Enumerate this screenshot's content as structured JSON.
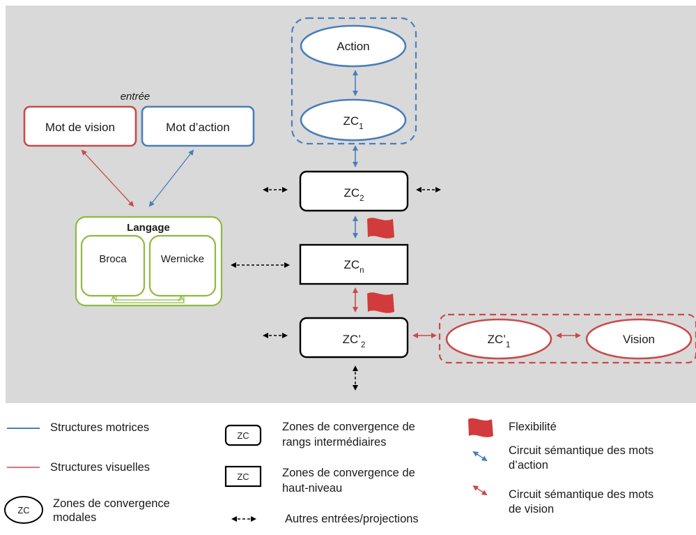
{
  "colors": {
    "background": "#d9d9d9",
    "motor": "#4a7ebb",
    "visual": "#c94a4a",
    "language": "#8dba3f",
    "black": "#000000",
    "flag": "#d13b3b"
  },
  "diagram": {
    "entree_label": "entrée",
    "word_vision": "Mot de vision",
    "word_action": "Mot d’action",
    "language_title": "Langage",
    "broca": "Broca",
    "wernicke": "Wernicke",
    "action": "Action",
    "cz_base": "ZC",
    "cz_prime_base": "ZC’",
    "sub_1": "1",
    "sub_2": "2",
    "sub_n": "n",
    "vision": "Vision"
  },
  "legend": {
    "motor_structures": "Structures motrices",
    "visual_structures": "Structures visuelles",
    "zc_icon": "ZC",
    "modal_zones_1": "Zones de convergence",
    "modal_zones_2": "modales",
    "intermediate_zones_1": "Zones de convergence de",
    "intermediate_zones_2": "rangs intermédiaires",
    "high_level_zones_1": "Zones de convergence de",
    "high_level_zones_2": "haut-niveau",
    "other_inputs": "Autres entrées/projections",
    "flexibility": "Flexibilité",
    "action_circuit_1": "Circuit sémantique des mots",
    "action_circuit_2": "d’action",
    "vision_circuit_1": "Circuit sémantique des mots",
    "vision_circuit_2": "de vision"
  }
}
